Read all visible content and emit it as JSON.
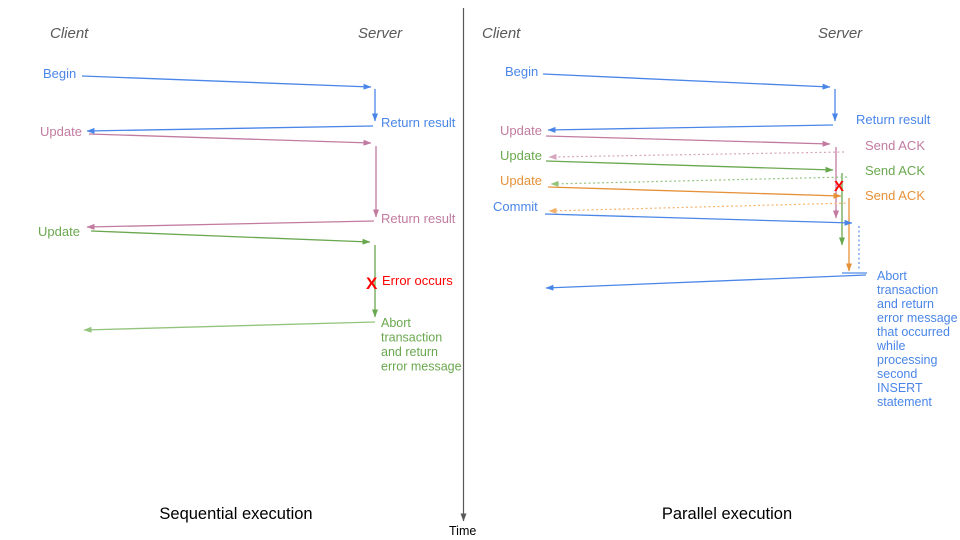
{
  "colors": {
    "blue": "#4a86e8",
    "blue_light": "#6d9eeb",
    "pink": "#c27ba0",
    "pink_light": "#d5a6bd",
    "green": "#6aa84f",
    "green_light": "#93c47d",
    "orange": "#e69138",
    "orange_light": "#f6b26b",
    "red": "#ff0000",
    "axis_gray": "#595959"
  },
  "time_axis": {
    "label": "Time"
  },
  "left": {
    "title": "Sequential execution",
    "client_header": "Client",
    "server_header": "Server",
    "begin": "Begin",
    "return_result_1": "Return result",
    "update_1": "Update",
    "return_result_2": "Return result",
    "update_2": "Update",
    "error_x": "X",
    "error_label": "Error occurs",
    "abort_lines": [
      "Abort",
      "transaction",
      "and return",
      "error message"
    ]
  },
  "right": {
    "title": "Parallel execution",
    "client_header": "Client",
    "server_header": "Server",
    "begin": "Begin",
    "return_result": "Return result",
    "update_1": "Update",
    "update_2": "Update",
    "update_3": "Update",
    "commit": "Commit",
    "send_ack_1": "Send ACK",
    "send_ack_2": "Send ACK",
    "send_ack_3": "Send ACK",
    "error_x": "X",
    "abort_lines": [
      "Abort",
      "transaction",
      "and return",
      "error message",
      "that occurred",
      "while",
      "processing",
      "second",
      "INSERT",
      "statement"
    ]
  }
}
